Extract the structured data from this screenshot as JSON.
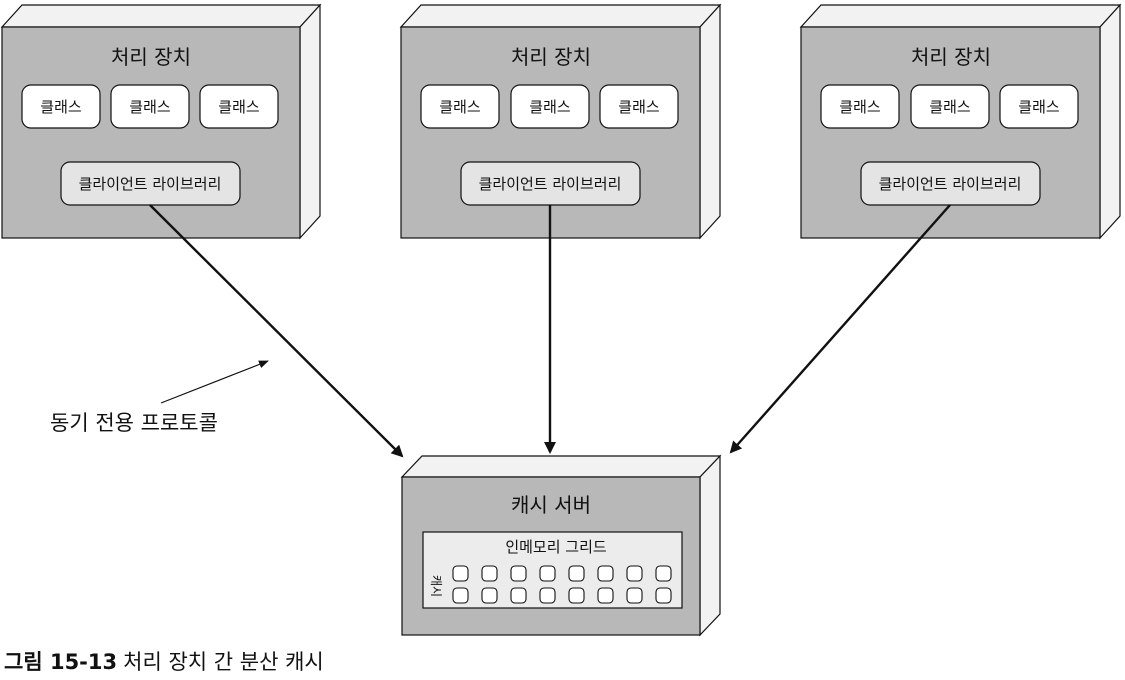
{
  "processing_units": [
    {
      "title": "처리 장치",
      "classes": [
        "클래스",
        "클래스",
        "클래스"
      ],
      "library": "클라이언트 라이브러리"
    },
    {
      "title": "처리 장치",
      "classes": [
        "클래스",
        "클래스",
        "클래스"
      ],
      "library": "클라이언트 라이브러리"
    },
    {
      "title": "처리 장치",
      "classes": [
        "클래스",
        "클래스",
        "클래스"
      ],
      "library": "클라이언트 라이브러리"
    }
  ],
  "protocol_label": "동기 전용 프로토콜",
  "cache_server": {
    "title": "캐시 서버",
    "grid_title": "인메모리 그리드",
    "cache_label": "캐시",
    "cell_rows": 2,
    "cell_cols": 8
  },
  "caption": {
    "number": "그림 15-13",
    "text": "처리 장치 간 분산 캐시"
  },
  "colors": {
    "box_face": "#b8b8b8",
    "box_side": "#f2f2f2",
    "inner_box": "#ffffff",
    "library_box": "#e4e4e4",
    "grid_panel": "#ececec",
    "line": "#111111"
  }
}
